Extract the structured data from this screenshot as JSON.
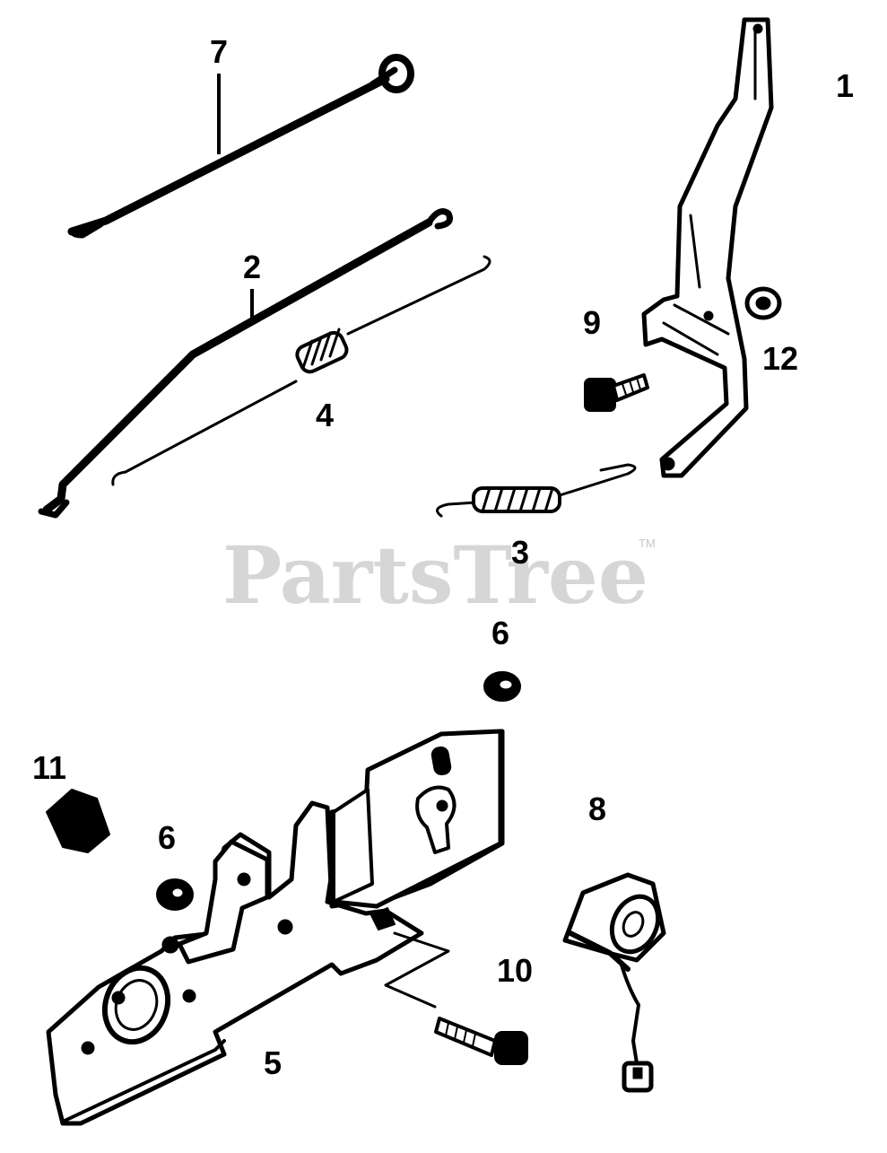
{
  "watermark": {
    "text": "PartsTree",
    "trademark": "TM"
  },
  "callouts": [
    {
      "id": "1",
      "label": "1"
    },
    {
      "id": "2",
      "label": "2"
    },
    {
      "id": "3",
      "label": "3"
    },
    {
      "id": "4",
      "label": "4"
    },
    {
      "id": "5",
      "label": "5"
    },
    {
      "id": "6a",
      "label": "6"
    },
    {
      "id": "6b",
      "label": "6"
    },
    {
      "id": "7",
      "label": "7"
    },
    {
      "id": "8",
      "label": "8"
    },
    {
      "id": "9",
      "label": "9"
    },
    {
      "id": "10",
      "label": "10"
    },
    {
      "id": "11",
      "label": "11"
    },
    {
      "id": "12",
      "label": "12"
    }
  ]
}
